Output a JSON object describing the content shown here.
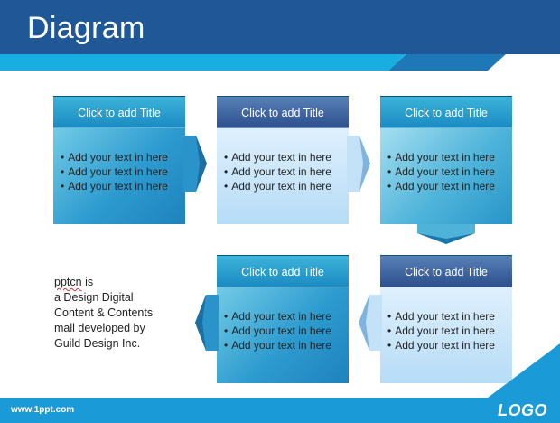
{
  "header": {
    "title": "Diagram"
  },
  "colors": {
    "header_bg": "#1f5797",
    "stripe": "#18aee2",
    "footer_bg": "#1a9ad6"
  },
  "cards": [
    {
      "title": "Click to add Title",
      "bullets": [
        "Add your text in here",
        "Add your text in here",
        "Add your text in here"
      ]
    },
    {
      "title": "Click to add Title",
      "bullets": [
        "Add your text in here",
        "Add your text in here",
        "Add your text in here"
      ]
    },
    {
      "title": "Click to add Title",
      "bullets": [
        "Add your text in here",
        "Add your text in here",
        "Add your text in here"
      ]
    },
    {
      "title": "Click to add Title",
      "bullets": [
        "Add your text in here",
        "Add your text in here",
        "Add your text in here"
      ]
    },
    {
      "title": "Click to add Title",
      "bullets": [
        "Add your text in here",
        "Add your text in here",
        "Add your text in here"
      ]
    }
  ],
  "side_text": {
    "word": "pptcn",
    "rest_line1": " is",
    "line2": "a Design Digital",
    "line3": "Content & Contents",
    "line4": "mall developed by",
    "line5": "Guild Design Inc."
  },
  "footer": {
    "url": "www.1ppt.com",
    "logo": "LOGO"
  }
}
